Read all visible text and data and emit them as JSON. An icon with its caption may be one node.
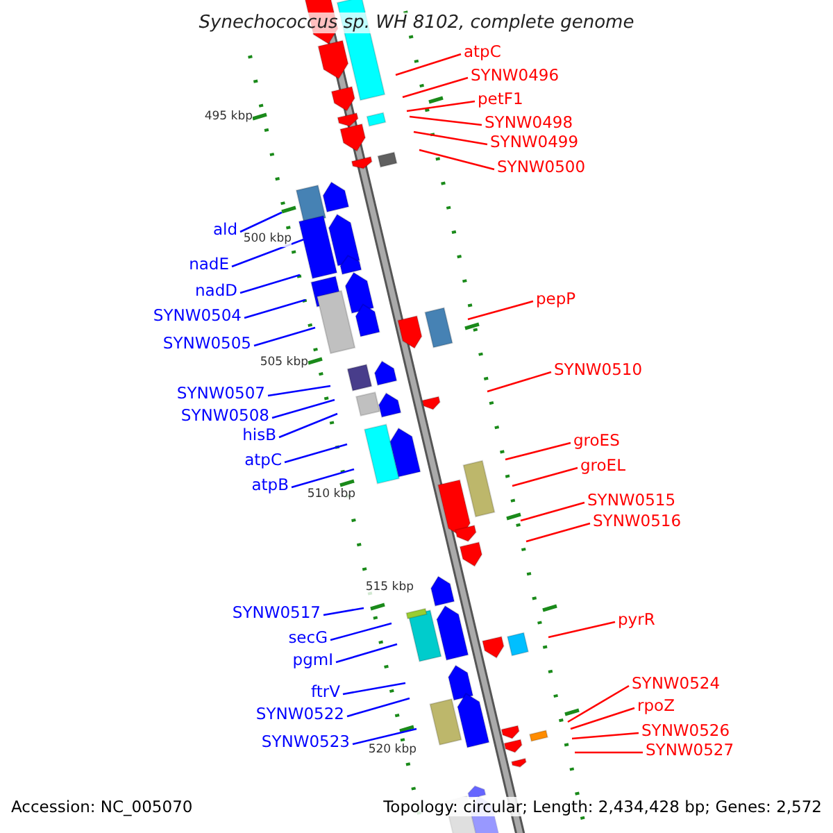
{
  "diagram": {
    "title": "Synechococcus sp. WH 8102, complete genome",
    "nodes": [
      {
        "text": [
          "atpC"
        ]
      },
      {
        "text": [
          "SYNW0496"
        ]
      },
      {
        "text": [
          "petF1"
        ]
      },
      {
        "text": [
          "SYNW0498"
        ]
      },
      {
        "text": [
          "SYNW0499"
        ]
      },
      {
        "text": [
          "SYNW0500"
        ]
      },
      {
        "text": [
          "pepP"
        ]
      },
      {
        "text": [
          "SYNW0510"
        ]
      },
      {
        "text": [
          "groES"
        ]
      },
      {
        "text": [
          "groEL"
        ]
      },
      {
        "text": [
          "SYNW0515"
        ]
      },
      {
        "text": [
          "SYNW0516"
        ]
      },
      {
        "text": [
          "pyrR"
        ]
      },
      {
        "text": [
          "SYNW0524"
        ]
      },
      {
        "text": [
          "rpoZ"
        ]
      },
      {
        "text": [
          "SYNW0526"
        ]
      },
      {
        "text": [
          "SYNW0527"
        ]
      },
      {
        "text": [
          "ald"
        ]
      },
      {
        "text": [
          "nadE"
        ]
      },
      {
        "text": [
          "nadD"
        ]
      },
      {
        "text": [
          "SYNW0504"
        ]
      },
      {
        "text": [
          "SYNW0505"
        ]
      },
      {
        "text": [
          "SYNW0507"
        ]
      },
      {
        "text": [
          "SYNW0508"
        ]
      },
      {
        "text": [
          "hisB"
        ]
      },
      {
        "text": [
          "atpC"
        ]
      },
      {
        "text": [
          "atpB"
        ]
      },
      {
        "text": [
          "SYNW0517"
        ]
      },
      {
        "text": [
          "secG"
        ]
      },
      {
        "text": [
          "pgmI"
        ]
      },
      {
        "text": [
          "ftrV"
        ]
      },
      {
        "text": [
          "SYNW0522"
        ]
      },
      {
        "text": [
          "SYNW0523"
        ]
      }
    ],
    "edges": [
      {
        "from": 0,
        "to": null,
        "arrow": "none"
      },
      {
        "from": 1,
        "to": null,
        "arrow": "none"
      },
      {
        "from": 2,
        "to": null,
        "arrow": "none"
      },
      {
        "from": 3,
        "to": null,
        "arrow": "none"
      },
      {
        "from": 4,
        "to": null,
        "arrow": "none"
      },
      {
        "from": 5,
        "to": null,
        "arrow": "none"
      },
      {
        "from": 6,
        "to": null,
        "arrow": "none"
      },
      {
        "from": 7,
        "to": null,
        "arrow": "none"
      },
      {
        "from": 8,
        "to": null,
        "arrow": "none"
      },
      {
        "from": 9,
        "to": null,
        "arrow": "none"
      },
      {
        "from": 10,
        "to": null,
        "arrow": "none"
      },
      {
        "from": 11,
        "to": null,
        "arrow": "none"
      },
      {
        "from": 12,
        "to": null,
        "arrow": "none"
      },
      {
        "from": 13,
        "to": null,
        "arrow": "none"
      },
      {
        "from": 14,
        "to": null,
        "arrow": "none"
      },
      {
        "from": 15,
        "to": null,
        "arrow": "none"
      },
      {
        "from": 16,
        "to": null,
        "arrow": "none"
      },
      {
        "from": 17,
        "to": null,
        "arrow": "none",
        "color": "#0000ff"
      },
      {
        "from": 18,
        "to": null,
        "arrow": "none",
        "color": "#0000ff"
      },
      {
        "from": 19,
        "to": null,
        "arrow": "none",
        "color": "#0000ff"
      },
      {
        "from": 20,
        "to": null,
        "arrow": "none",
        "color": "#0000ff"
      },
      {
        "from": 21,
        "to": null,
        "arrow": "none",
        "color": "#0000ff"
      },
      {
        "from": 22,
        "to": null,
        "arrow": "none",
        "color": "#0000ff"
      },
      {
        "from": 23,
        "to": null,
        "arrow": "none",
        "color": "#0000ff"
      },
      {
        "from": 24,
        "to": null,
        "arrow": "none",
        "color": "#0000ff"
      },
      {
        "from": 25,
        "to": null,
        "arrow": "none",
        "color": "#0000ff"
      },
      {
        "from": 26,
        "to": null,
        "arrow": "none",
        "color": "#0000ff"
      },
      {
        "from": 27,
        "to": null,
        "arrow": "none",
        "color": "#0000ff"
      },
      {
        "from": 28,
        "to": null,
        "arrow": "none",
        "color": "#0000ff"
      },
      {
        "from": 29,
        "to": null,
        "arrow": "none",
        "color": "#0000ff"
      },
      {
        "from": 30,
        "to": null,
        "arrow": "none",
        "color": "#0000ff"
      },
      {
        "from": 31,
        "to": null,
        "arrow": "none",
        "color": "#0000ff"
      },
      {
        "from": 32,
        "to": null,
        "arrow": "none",
        "color": "#0000ff"
      }
    ],
    "labels": [
      "495 kbp",
      "500 kbp",
      "505 kbp",
      "510 kbp",
      "515 kbp",
      "520 kbp",
      "Accession: NC_005070",
      "Topology: circular; Length: 2,434,428 bp; Genes: 2,572"
    ]
  }
}
